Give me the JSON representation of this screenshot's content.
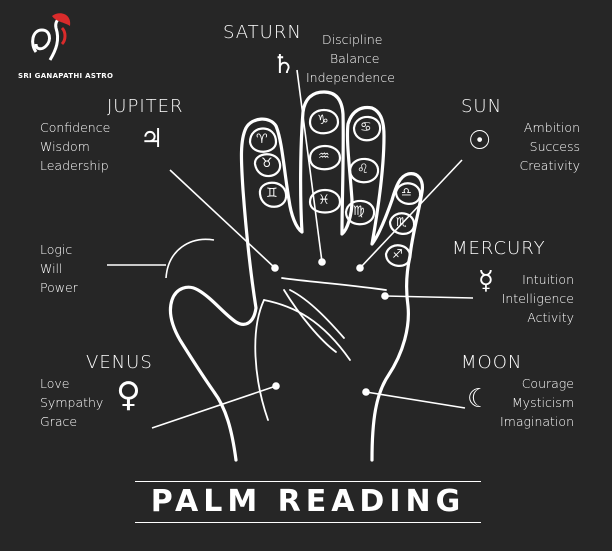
{
  "brand": {
    "name": "SRI GANAPATHI ASTRO"
  },
  "title": "PALM READING",
  "mounts": {
    "saturn": {
      "name": "SATURN",
      "symbol": "♄",
      "traits": [
        "Discipline",
        "Balance",
        "Independence"
      ]
    },
    "jupiter": {
      "name": "JUPITER",
      "symbol": "♃",
      "traits": [
        "Confidence",
        "Wisdom",
        "Leadership"
      ]
    },
    "sun": {
      "name": "SUN",
      "symbol": "☉",
      "traits": [
        "Ambition",
        "Success",
        "Creativity"
      ]
    },
    "mercury": {
      "name": "MERCURY",
      "symbol": "☿",
      "traits": [
        "Intuition",
        "Intelligence",
        "Activity"
      ]
    },
    "venus": {
      "name": "VENUS",
      "symbol": "♀",
      "traits": [
        "Love",
        "Sympathy",
        "Grace"
      ]
    },
    "moon": {
      "name": "MOON",
      "symbol": "☾",
      "traits": [
        "Courage",
        "Mysticism",
        "Imagination"
      ]
    },
    "thumb": {
      "traits": [
        "Logic",
        "Will",
        "Power"
      ]
    }
  },
  "zodiac": {
    "index": [
      "♈",
      "♉",
      "♊"
    ],
    "middle": [
      "♑",
      "♒",
      "♓"
    ],
    "ring": [
      "♋",
      "♌",
      "♍"
    ],
    "little": [
      "♎",
      "♏",
      "♐"
    ]
  }
}
